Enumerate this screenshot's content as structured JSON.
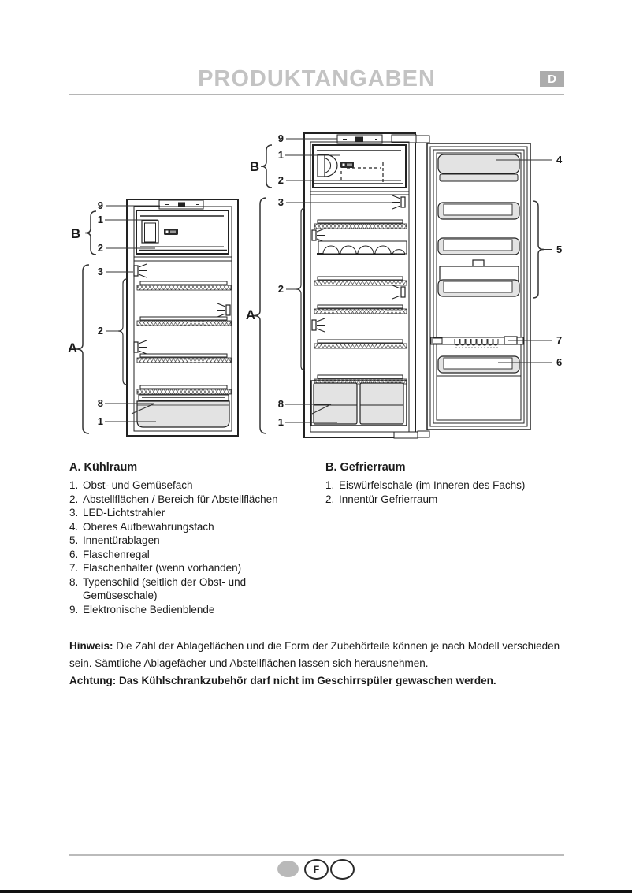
{
  "header": {
    "title": "PRODUKTANGABEN",
    "language_badge": "D"
  },
  "diagram": {
    "fridge_small": {
      "callout_9": "9",
      "callout_1_top": "1",
      "zone_b": "B",
      "callout_2_top": "2",
      "callout_3": "3",
      "callout_2_shelves": "2",
      "zone_a": "A",
      "callout_8": "8",
      "callout_1_bottom": "1"
    },
    "fridge_tall": {
      "callout_9": "9",
      "callout_1_top": "1",
      "zone_b": "B",
      "callout_2_top": "2",
      "callout_3": "3",
      "callout_2_shelves": "2",
      "zone_a": "A",
      "callout_8": "8",
      "callout_1_bottom": "1"
    },
    "door_panel": {
      "callout_4": "4",
      "callout_5": "5",
      "callout_7": "7",
      "callout_6": "6"
    }
  },
  "legend_a": {
    "heading": "A. Kühlraum",
    "items": [
      {
        "num": "1.",
        "text": "Obst- und Gemüsefach"
      },
      {
        "num": "2.",
        "text": "Abstellflächen / Bereich für Abstellflächen"
      },
      {
        "num": "3.",
        "text": "LED-Lichtstrahler"
      },
      {
        "num": "4.",
        "text": "Oberes Aufbewahrungsfach"
      },
      {
        "num": "5.",
        "text": "Innentürablagen"
      },
      {
        "num": "6.",
        "text": "Flaschenregal"
      },
      {
        "num": "7.",
        "text": "Flaschenhalter (wenn vorhanden)"
      },
      {
        "num": "8.",
        "text": "Typenschild (seitlich der Obst- und Gemüseschale)"
      },
      {
        "num": "9.",
        "text": "Elektronische Bedienblende"
      }
    ]
  },
  "legend_b": {
    "heading": "B. Gefrierraum",
    "items": [
      {
        "num": "1.",
        "text": "Eiswürfelschale (im Inneren des Fachs)"
      },
      {
        "num": "2.",
        "text": "Innentür Gefrierraum"
      }
    ]
  },
  "notes": {
    "hinweis_label": "Hinweis:",
    "hinweis_text": " Die Zahl der Ablageflächen und die Form der Zubehörteile können je nach Modell verschieden sein. Sämtliche Ablagefächer und Abstellflächen lassen sich herausnehmen.",
    "achtung_text": "Achtung: Das Kühlschrankzubehör darf nicht im Geschirrspüler gewaschen werden."
  },
  "footer": {
    "marker_label": "F"
  },
  "colors": {
    "title_gray": "#c3c3c3",
    "badge_gray": "#acacac",
    "rule_gray": "#b5b5b5",
    "diagram_fill_gray": "#e3e3e3",
    "line_black": "#222222"
  }
}
